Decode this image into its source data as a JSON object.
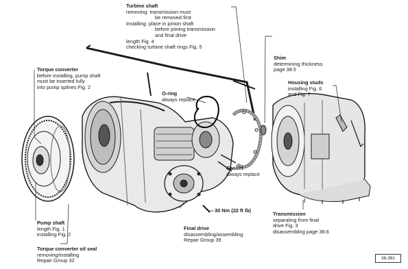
{
  "colors": {
    "ink": "#1a1a1a",
    "paper": "#ffffff",
    "shade": "#777777",
    "marker": "#000000"
  },
  "callouts": {
    "turbine_shaft": {
      "title": "Turbine shaft",
      "lines": [
        "removing: transmission must",
        "be removed first",
        "installing: place in pinion shaft",
        "before joining transmission",
        "and final drive",
        "length Fig. 4",
        "checking turbine shaft rings Fig. 5"
      ]
    },
    "torque_converter": {
      "title": "Torque converter",
      "lines": [
        "before installing, pump shaft",
        "must be inserted fully",
        "into pump splines Fig. 2"
      ]
    },
    "o_ring": {
      "title": "O-ring",
      "lines": [
        "always replace"
      ]
    },
    "shim": {
      "title": "Shim",
      "lines": [
        "determining thickness",
        "page 38.5"
      ]
    },
    "housing_studs": {
      "title": "Housing studs",
      "lines": [
        "installing Fig. 6",
        "and Fig. 7"
      ]
    },
    "gasket": {
      "title": "Gasket",
      "lines": [
        "always replace"
      ]
    },
    "torque_spec": {
      "title": "30 Nm (22 ft lb)"
    },
    "final_drive": {
      "title": "Final drive",
      "lines": [
        "disassembling/assembling",
        "Repair Group 39"
      ]
    },
    "transmission": {
      "title": "Transmission",
      "lines": [
        "separating from final",
        "drive Fig. 3",
        "disassembling page 38.6"
      ]
    },
    "pump_shaft": {
      "title": "Pump shaft",
      "lines": [
        "length Fig. 1",
        "installing Fig. 2"
      ]
    },
    "oil_seal": {
      "title": "Torque converter oil seal",
      "lines": [
        "removing/installing",
        "Repair Group 32"
      ]
    }
  },
  "figure_number": "36-391"
}
